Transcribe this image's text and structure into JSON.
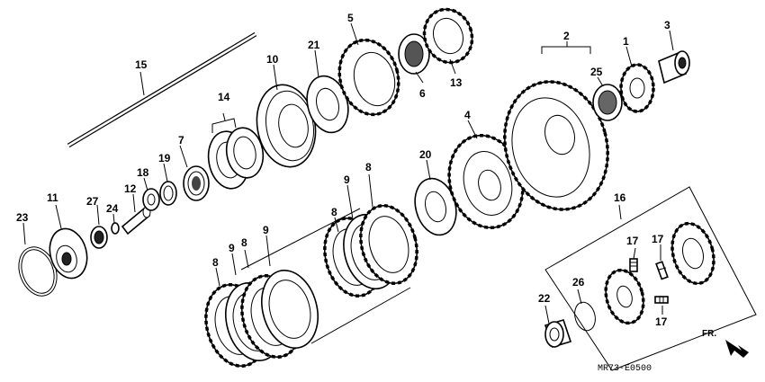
{
  "diagram": {
    "callouts": {
      "p1": "1",
      "p2": "2",
      "p3": "3",
      "p4": "4",
      "p5": "5",
      "p6": "6",
      "p7": "7",
      "p8a": "8",
      "p8b": "8",
      "p8c": "8",
      "p8d": "8",
      "p9a": "9",
      "p9b": "9",
      "p9c": "9",
      "p10": "10",
      "p11": "11",
      "p12": "12",
      "p13": "13",
      "p14": "14",
      "p15": "15",
      "p16": "16",
      "p17a": "17",
      "p17b": "17",
      "p17c": "17",
      "p18": "18",
      "p19": "19",
      "p20": "20",
      "p21": "21",
      "p22": "22",
      "p23": "23",
      "p24": "24",
      "p25": "25",
      "p26": "26",
      "p27": "27"
    },
    "direction_label": "FR.",
    "diagram_code": "MR73-E0500"
  }
}
